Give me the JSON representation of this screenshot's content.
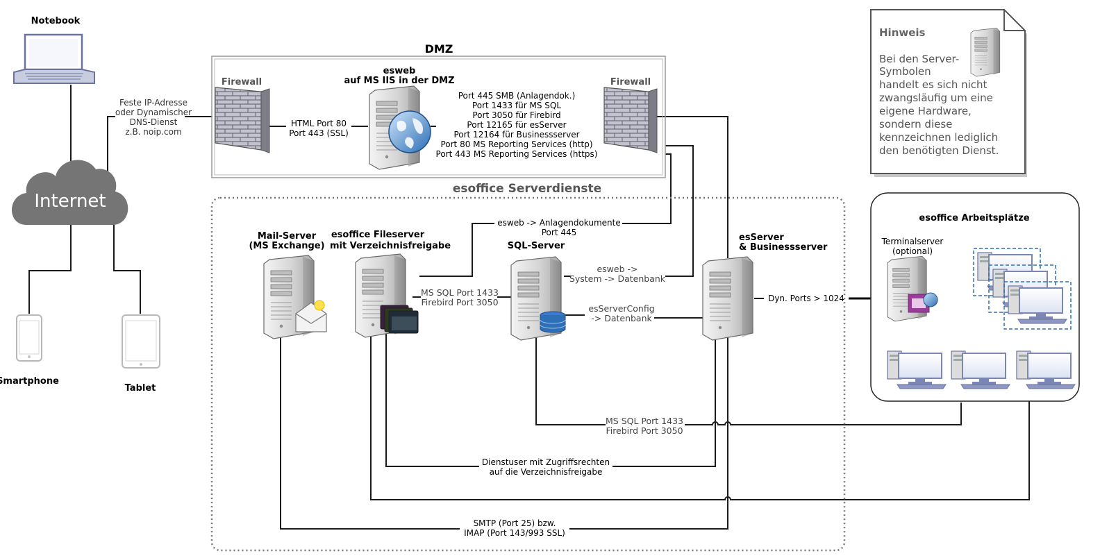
{
  "devices": {
    "notebook": "Notebook",
    "smartphone": "Smartphone",
    "tablet": "Tablet",
    "internet": "Internet"
  },
  "internet_link": [
    "Feste IP-Adresse",
    "oder Dynamischer",
    "DNS-Dienst",
    "z.B. noip.com"
  ],
  "dmz": {
    "title": "DMZ",
    "firewall_left": "Firewall",
    "firewall_right": "Firewall",
    "esweb_title": [
      "esweb",
      "auf MS IIS in der DMZ"
    ],
    "http_ports": [
      "HTML Port 80",
      "Port 443 (SSL)"
    ],
    "port_list": [
      "Port 445 SMB (Anlagendok.)",
      "Port 1433 für MS SQL",
      "Port 3050 für Firebird",
      "Port 12165 für esServer",
      "Port 12164 für Businessserver",
      "Port 80 MS Reporting Services (http)",
      "Port 443 MS Reporting Services (https)"
    ]
  },
  "services": {
    "title": "esoffice Serverdienste",
    "mail_server": [
      "Mail-Server",
      "(MS Exchange)"
    ],
    "file_server": [
      "esoffice Fileserver",
      "mit Verzeichnisfreigabe"
    ],
    "sql_server": "SQL-Server",
    "es_server": [
      "esServer",
      "& Businessserver"
    ],
    "link_anlagendok": [
      "esweb -> Anlagendokumente",
      "Port 445"
    ],
    "link_sql_file": [
      "MS SQL Port 1433",
      "Firebird Port 3050"
    ],
    "link_esweb_db": [
      "esweb ->",
      "System -> Datenbank"
    ],
    "link_config_db": [
      "esServerConfig",
      "-> Datenbank"
    ],
    "link_dyn_ports": "Dyn. Ports > 1024",
    "link_sql_clients": [
      "MS SQL Port 1433",
      "Firebird Port 3050"
    ],
    "link_dienstuser": [
      "Dienstuser mit Zugriffsrechten",
      "auf die Verzeichnisfreigabe"
    ],
    "link_mail": [
      "SMTP (Port 25) bzw.",
      "IMAP (Port 143/993 SSL)"
    ]
  },
  "workstations": {
    "title": "esoffice Arbeitsplätze",
    "terminal": [
      "Terminalserver",
      "(optional)"
    ]
  },
  "note": {
    "title": "Hinweis",
    "lines": [
      "Bei den Server-",
      "Symbolen",
      "handelt es sich nicht",
      "zwangsläufig um eine",
      "eigene Hardware,",
      "sondern diese",
      "kennzeichnen lediglich",
      "den benötigten Dienst."
    ]
  },
  "colors": {
    "cloud": "#757575",
    "firewall_brick": "#c8c8d2",
    "server_body": "#d9d9d9",
    "device_outline": "#7b86b4",
    "accent_blue": "#2e6fb8",
    "dotted_border": "#777777"
  }
}
